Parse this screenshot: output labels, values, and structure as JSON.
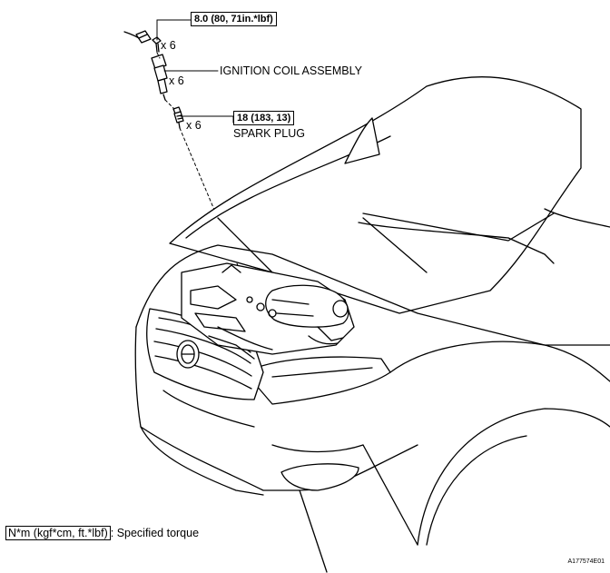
{
  "parts": {
    "coil_bolt": {
      "torque": "8.0 (80, 71in.*lbf)",
      "qty": "x 6"
    },
    "ignition_coil": {
      "label": "IGNITION COIL ASSEMBLY",
      "qty": "x 6"
    },
    "spark_plug": {
      "torque": "18 (183, 13)",
      "label": "SPARK PLUG",
      "qty": "x 6"
    }
  },
  "legend": {
    "unit_box": "N*m (kgf*cm, ft.*lbf)",
    "text": ": Specified torque"
  },
  "figure_id": "A177574E01"
}
